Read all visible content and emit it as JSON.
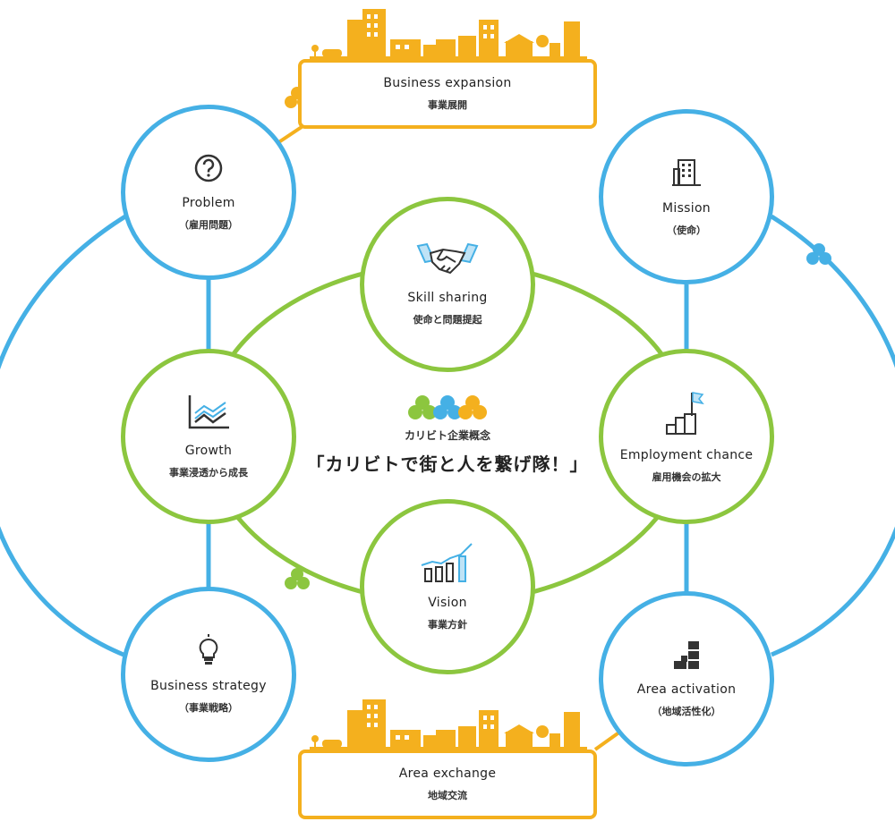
{
  "center": {
    "caption": "カリビト企業概念",
    "slogan": "「カリビトで街と人を繋げ隊！」"
  },
  "boxes": {
    "top": {
      "title": "Business expansion",
      "sub": "事業展開"
    },
    "bottom": {
      "title": "Area exchange",
      "sub": "地域交流"
    }
  },
  "outer": {
    "problem": {
      "title": "Problem",
      "sub": "（雇用問題）",
      "icon": "question-icon"
    },
    "mission": {
      "title": "Mission",
      "sub": "（使命）",
      "icon": "building-icon"
    },
    "strategy": {
      "title": "Business strategy",
      "sub": "（事業戦略）",
      "icon": "lightbulb-icon"
    },
    "area": {
      "title": "Area activation",
      "sub": "（地域活性化）",
      "icon": "blocks-icon"
    }
  },
  "inner": {
    "skill": {
      "title": "Skill sharing",
      "sub": "使命と問題提起",
      "icon": "handshake-icon"
    },
    "growth": {
      "title": "Growth",
      "sub": "事業浸透から成長",
      "icon": "line-chart-icon"
    },
    "employment": {
      "title": "Employment chance",
      "sub": "雇用機会の拡大",
      "icon": "flag-steps-icon"
    },
    "vision": {
      "title": "Vision",
      "sub": "事業方針",
      "icon": "bar-chart-icon"
    }
  },
  "colors": {
    "blue": "#45b0e5",
    "green": "#8cc63f",
    "orange": "#f4b01e"
  }
}
